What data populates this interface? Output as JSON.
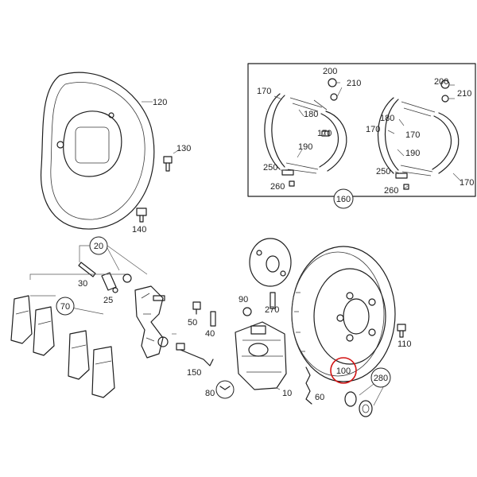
{
  "callouts": {
    "c120": "120",
    "c130": "130",
    "c140": "140",
    "c20": "20",
    "c30": "30",
    "c25": "25",
    "c70": "70",
    "c40": "40",
    "c50": "50",
    "c90": "90",
    "c270": "270",
    "c150": "150",
    "c80": "80",
    "c10": "10",
    "c60": "60",
    "c100": "100",
    "c280": "280",
    "c110": "110",
    "c160": "160",
    "l170a": "170",
    "l180a": "180",
    "l170b": "170",
    "l190a": "190",
    "l200a": "200",
    "l210a": "210",
    "l250a": "250",
    "l260a": "260",
    "l200b": "200",
    "l210b": "210",
    "l180b": "180",
    "l170c": "170",
    "l190b": "190",
    "l170d": "170",
    "l250b": "250",
    "l260b": "260",
    "l170e": "170"
  },
  "colors": {
    "highlight": "#d21414",
    "line": "#1e1e1e"
  }
}
